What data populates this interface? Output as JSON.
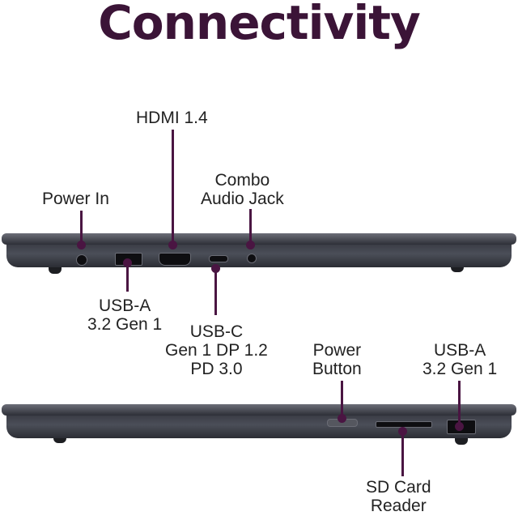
{
  "title": "Connectivity",
  "top_view": {
    "labels": {
      "power_in": "Power In",
      "hdmi": "HDMI 1.4",
      "audio_line1": "Combo",
      "audio_line2": "Audio Jack",
      "usba_line1": "USB-A",
      "usba_line2": "3.2 Gen 1",
      "usbc_line1": "USB-C",
      "usbc_line2": "Gen 1 DP 1.2",
      "usbc_line3": "PD 3.0"
    }
  },
  "bottom_view": {
    "labels": {
      "power_btn_line1": "Power",
      "power_btn_line2": "Button",
      "usba_line1": "USB-A",
      "usba_line2": "3.2 Gen 1",
      "sd_line1": "SD Card",
      "sd_line2": "Reader"
    }
  },
  "colors": {
    "title": "#3b1437",
    "callout": "#4a1542",
    "chassis": "#3b3d46"
  }
}
